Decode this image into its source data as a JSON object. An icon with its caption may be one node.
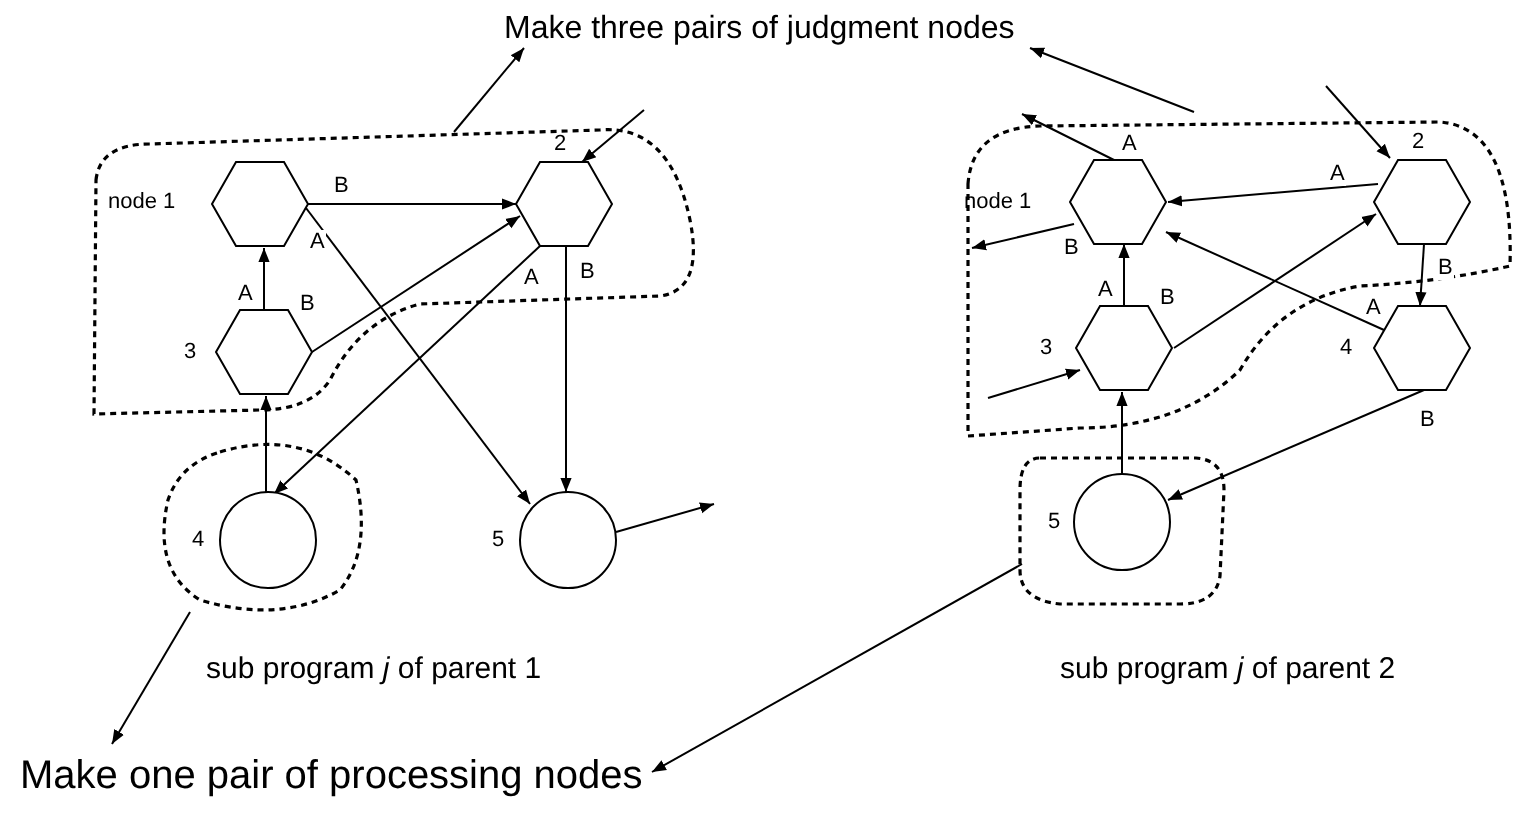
{
  "diagram": {
    "nodes": [
      {
        "text": [
          "Make three pairs of judgment nodes"
        ]
      },
      {
        "text": [],
        "shape": "cloud"
      },
      {
        "text": [
          "node 1"
        ],
        "in": 1
      },
      {
        "text": [
          "2"
        ],
        "in": 1
      },
      {
        "text": [
          "3"
        ],
        "in": 1
      },
      {
        "text": [],
        "shape": "cloud"
      },
      {
        "text": [
          "4"
        ],
        "in": 5
      },
      {
        "text": [
          "5"
        ]
      },
      {
        "text": [],
        "shape": "cloud"
      },
      {
        "text": [
          "node 1"
        ],
        "in": 8
      },
      {
        "text": [
          "2"
        ],
        "in": 8
      },
      {
        "text": [
          "3"
        ],
        "in": 8
      },
      {
        "text": [
          "4"
        ]
      },
      {
        "text": [],
        "shape": "cloud"
      },
      {
        "text": [
          "5"
        ],
        "in": 13
      },
      {
        "text": [
          "Make one pair of processing nodes"
        ]
      }
    ],
    "edges": [
      {
        "from": 1,
        "to": 0,
        "arrow": "to"
      },
      {
        "from": 2,
        "to": 3,
        "arrow": "to",
        "label": "B"
      },
      {
        "from": 2,
        "to": 7,
        "arrow": "to",
        "label": "A"
      },
      {
        "from": 4,
        "to": 2,
        "arrow": "to",
        "label": "A"
      },
      {
        "from": 4,
        "to": 3,
        "arrow": "to",
        "label": "B"
      },
      {
        "from": 3,
        "to": 6,
        "arrow": "to",
        "label": "A"
      },
      {
        "from": 3,
        "to": 7,
        "arrow": "to",
        "label": "B"
      },
      {
        "from": 6,
        "to": 4,
        "arrow": "to"
      },
      {
        "from": null,
        "to": 3,
        "arrow": "to"
      },
      {
        "from": 7,
        "to": null,
        "arrow": "to"
      },
      {
        "from": 8,
        "to": 0,
        "arrow": "to"
      },
      {
        "from": 9,
        "to": null,
        "arrow": "to",
        "label": "A"
      },
      {
        "from": 9,
        "to": null,
        "arrow": "to",
        "label": "B"
      },
      {
        "from": 10,
        "to": 9,
        "arrow": "to",
        "label": "A"
      },
      {
        "from": 10,
        "to": 12,
        "arrow": "to",
        "label": "B"
      },
      {
        "from": 11,
        "to": 9,
        "arrow": "to",
        "label": "A"
      },
      {
        "from": 11,
        "to": 10,
        "arrow": "to",
        "label": "B"
      },
      {
        "from": 12,
        "to": 9,
        "arrow": "to",
        "label": "A"
      },
      {
        "from": 12,
        "to": 14,
        "arrow": "to",
        "label": "B"
      },
      {
        "from": 14,
        "to": 11,
        "arrow": "to"
      },
      {
        "from": null,
        "to": 11,
        "arrow": "to"
      },
      {
        "from": null,
        "to": 10,
        "arrow": "to"
      },
      {
        "from": 5,
        "to": 15,
        "arrow": "to"
      },
      {
        "from": 13,
        "to": 15,
        "arrow": "to"
      }
    ],
    "labels": [
      "sub program *j* of parent 1",
      "sub program *j* of parent 2"
    ]
  }
}
